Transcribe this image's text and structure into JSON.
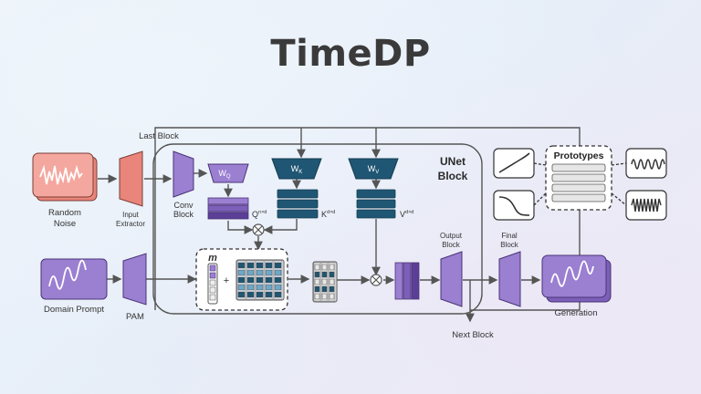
{
  "title": "TimeDP",
  "colors": {
    "salmon": "#e9857a",
    "salmon_light": "#f4a79e",
    "purple": "#9b7fd1",
    "purple_dark": "#5b3f97",
    "navy": "#1f5673",
    "navy_dark": "#143c52",
    "line": "#555555"
  },
  "labels": {
    "random_noise": [
      "Random",
      "Noise"
    ],
    "input_extractor": [
      "Input",
      "Extractor"
    ],
    "last_block": "Last Block",
    "conv_block": [
      "Conv",
      "Block"
    ],
    "unet_block": [
      "UNet",
      "Block"
    ],
    "wq": "W",
    "wq_sub": "Q",
    "wk": "W",
    "wk_sub": "K",
    "wv": "W",
    "wv_sub": "V",
    "q": "Q",
    "q_sup": "n×d",
    "k": "K",
    "k_sup": "d×d",
    "v": "V",
    "v_sup": "d×d",
    "m": "m",
    "plus": "+",
    "output_block": [
      "Output",
      "Block"
    ],
    "final_block": [
      "Final",
      "Block"
    ],
    "next_block": "Next Block",
    "domain_prompt": "Domain Prompt",
    "pam": "PAM",
    "generation": "Generation",
    "prototypes": "Prototypes"
  }
}
